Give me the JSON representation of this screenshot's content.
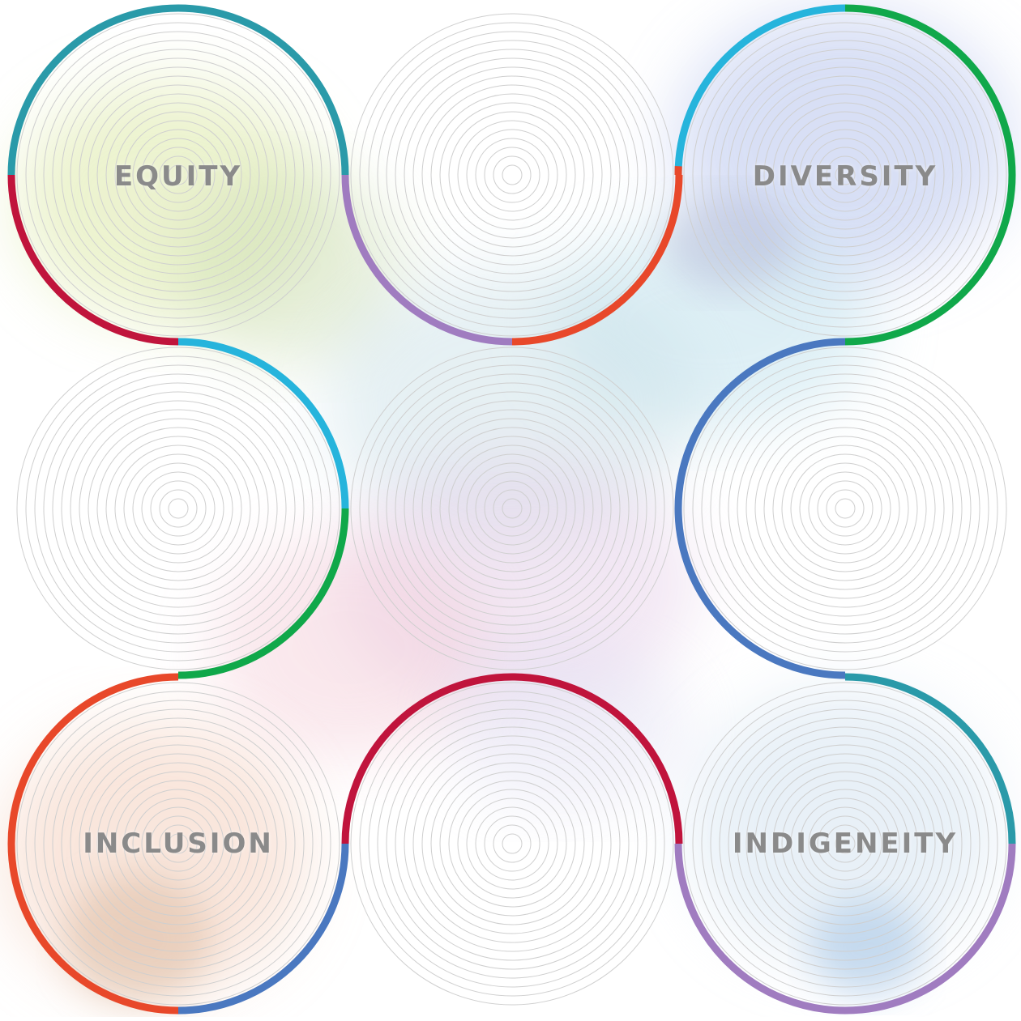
{
  "labels": {
    "equity": "EQUITY",
    "diversity": "DIVERSITY",
    "inclusion": "INCLUSION",
    "indigeneity": "INDIGENEITY"
  },
  "colors": {
    "teal": "#2a9aa9",
    "crimson": "#c0143c",
    "purple": "#a07cc0",
    "orange_red": "#e8482a",
    "sky_blue": "#26b4dc",
    "green": "#10a84a",
    "blue": "#4a78c0",
    "ring_line": "#cfcfcf",
    "label_text": "#8a8a8a"
  },
  "circles": [
    {
      "id": "equity",
      "label_key": "equity",
      "arcs": [
        [
          "teal",
          180,
          360
        ],
        [
          "crimson",
          90,
          180
        ]
      ]
    },
    {
      "id": "top-middle",
      "label_key": null,
      "arcs": [
        [
          "purple",
          90,
          180
        ],
        [
          "orange_red",
          0,
          90
        ]
      ]
    },
    {
      "id": "diversity",
      "label_key": "diversity",
      "arcs": [
        [
          "sky_blue",
          180,
          270
        ],
        [
          "green",
          270,
          450
        ],
        [
          "orange_red",
          180,
          180
        ]
      ]
    },
    {
      "id": "middle-left",
      "label_key": null,
      "arcs": [
        [
          "sky_blue",
          270,
          360
        ],
        [
          "green",
          0,
          90
        ]
      ]
    },
    {
      "id": "center",
      "label_key": null,
      "arcs": []
    },
    {
      "id": "middle-right",
      "label_key": null,
      "arcs": [
        [
          "blue",
          90,
          270
        ]
      ]
    },
    {
      "id": "inclusion",
      "label_key": "inclusion",
      "arcs": [
        [
          "orange_red",
          90,
          270
        ],
        [
          "blue",
          0,
          90
        ]
      ]
    },
    {
      "id": "bottom-middle",
      "label_key": null,
      "arcs": [
        [
          "crimson",
          180,
          360
        ]
      ]
    },
    {
      "id": "indigeneity",
      "label_key": "indigeneity",
      "arcs": [
        [
          "teal",
          270,
          360
        ],
        [
          "purple",
          0,
          180
        ]
      ]
    }
  ]
}
